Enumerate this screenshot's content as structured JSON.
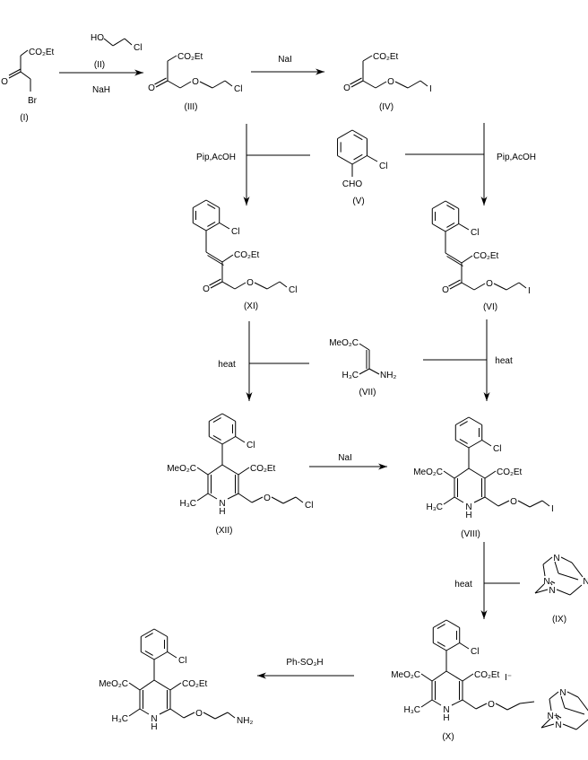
{
  "compounds": {
    "I": {
      "label": "(I)",
      "ester": "CO₂Et",
      "o": "O",
      "br": "Br"
    },
    "II": {
      "label": "(II)",
      "ho": "HO",
      "cl": "Cl"
    },
    "III": {
      "label": "(III)",
      "ester": "CO₂Et",
      "o1": "O",
      "o2": "O",
      "end": "Cl"
    },
    "IV": {
      "label": "(IV)",
      "ester": "CO₂Et",
      "o1": "O",
      "o2": "O",
      "end": "I"
    },
    "V": {
      "label": "(V)",
      "cl": "Cl",
      "cho": "CHO"
    },
    "XI": {
      "label": "(XI)",
      "cl": "Cl",
      "ester": "CO₂Et",
      "o1": "O",
      "o2": "O",
      "end": "Cl"
    },
    "VI": {
      "label": "(VI)",
      "cl": "Cl",
      "ester": "CO₂Et",
      "o1": "O",
      "o2": "O",
      "end": "I"
    },
    "VII": {
      "label": "(VII)",
      "mester": "MeO₂C",
      "methyl": "H₃C",
      "nh2": "NH₂"
    },
    "XII": {
      "label": "(XII)",
      "cl": "Cl",
      "ester": "CO₂Et",
      "mester": "MeO₂C",
      "methyl": "H₃C",
      "n": "N",
      "h": "H",
      "o": "O",
      "end": "Cl"
    },
    "VIII": {
      "label": "(VIII)",
      "cl": "Cl",
      "ester": "CO₂Et",
      "mester": "MeO₂C",
      "methyl": "H₃C",
      "n": "N",
      "h": "H",
      "o": "O",
      "end": "I"
    },
    "IX": {
      "label": "(IX)",
      "n": "N"
    },
    "X": {
      "label": "(X)",
      "cl": "Cl",
      "ester": "CO₂Et",
      "mester": "MeO₂C",
      "methyl": "H₃C",
      "n": "N",
      "h": "H",
      "o": "O",
      "end": "",
      "counterion": "I⁻",
      "nplus": "N+"
    },
    "P": {
      "label": "",
      "cl": "Cl",
      "ester": "CO₂Et",
      "mester": "MeO₂C",
      "methyl": "H₃C",
      "n": "N",
      "h": "H",
      "o": "O",
      "end": "NH₂"
    }
  },
  "reagents": {
    "step1": "NaH",
    "step2": "NaI",
    "step3_left": "Pip,AcOH",
    "step3_right": "Pip,AcOH",
    "step4_left": "heat",
    "step4_right": "heat",
    "step5": "NaI",
    "step6": "heat",
    "step7": "Ph-SO₃H"
  }
}
